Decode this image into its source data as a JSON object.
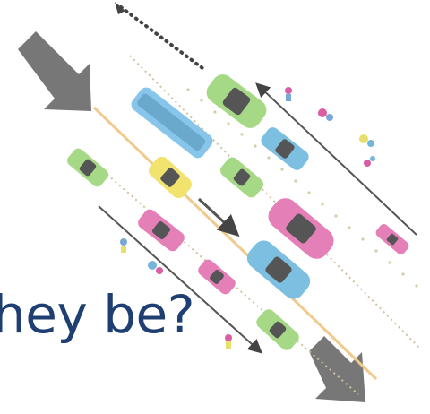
{
  "headline": {
    "text": "hey be?"
  },
  "icons": {
    "large_arrow_top_left": "arrow-down-right",
    "large_arrow_bottom_right": "arrow-down-right",
    "dotted_arrow_top": "dotted-arrow",
    "vehicles": [
      "car",
      "bus",
      "car",
      "car",
      "car",
      "car",
      "car",
      "car",
      "car",
      "car",
      "car"
    ],
    "cyclists": [
      "bicycle",
      "bicycle",
      "bicycle",
      "bicycle"
    ],
    "pedestrians": [
      "person",
      "person",
      "person"
    ]
  },
  "colors": {
    "headline": "#1f3f72",
    "big_arrow": "#777777",
    "bus": "#87c6ea",
    "green_car": "#a6d985",
    "pink_car": "#e57fb7",
    "blue_car": "#7cbfe1",
    "yellow_car": "#f2e36f",
    "lane_marker": "#f1c98a"
  }
}
